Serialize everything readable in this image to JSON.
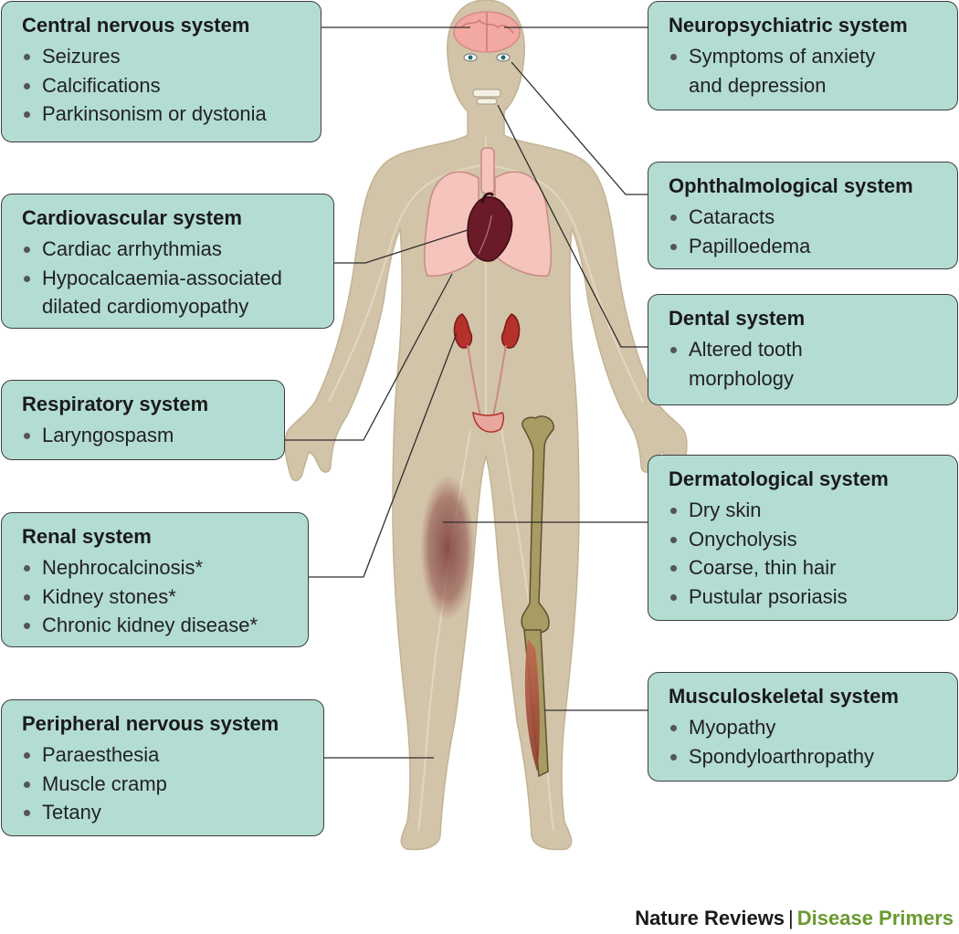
{
  "boxes": {
    "cns": {
      "title": "Central nervous system",
      "items": [
        "Seizures",
        "Calcifications",
        "Parkinsonism or dystonia"
      ]
    },
    "neuropsych": {
      "title": "Neuropsychiatric system",
      "items": [
        "Symptoms of anxiety and depression"
      ]
    },
    "cardio": {
      "title": "Cardiovascular system",
      "items": [
        "Cardiac arrhythmias",
        "Hypocalcaemia-associated dilated cardiomyopathy"
      ]
    },
    "ophthal": {
      "title": "Ophthalmological system",
      "items": [
        "Cataracts",
        "Papilloedema"
      ]
    },
    "dental": {
      "title": "Dental system",
      "items": [
        "Altered tooth morphology"
      ]
    },
    "resp": {
      "title": "Respiratory system",
      "items": [
        "Laryngospasm"
      ]
    },
    "derm": {
      "title": "Dermatological system",
      "items": [
        "Dry skin",
        "Onycholysis",
        "Coarse, thin hair",
        "Pustular psoriasis"
      ]
    },
    "renal": {
      "title": "Renal system",
      "items": [
        "Nephrocalcinosis*",
        "Kidney stones*",
        "Chronic kidney disease*"
      ]
    },
    "musculo": {
      "title": "Musculoskeletal system",
      "items": [
        "Myopathy",
        "Spondyloarthropathy"
      ]
    },
    "pns": {
      "title": "Peripheral nervous system",
      "items": [
        "Paraesthesia",
        "Muscle cramp",
        "Tetany"
      ]
    }
  },
  "credit": {
    "journal": "Nature Reviews",
    "separator": "|",
    "series": "Disease Primers"
  },
  "colors": {
    "box_fill": "#b3dcd3",
    "skin": "#d2c4a8",
    "lung": "#f5c4bd",
    "kidney": "#b5312b",
    "bone": "#a89b63",
    "accent_green": "#6a9a2e"
  }
}
